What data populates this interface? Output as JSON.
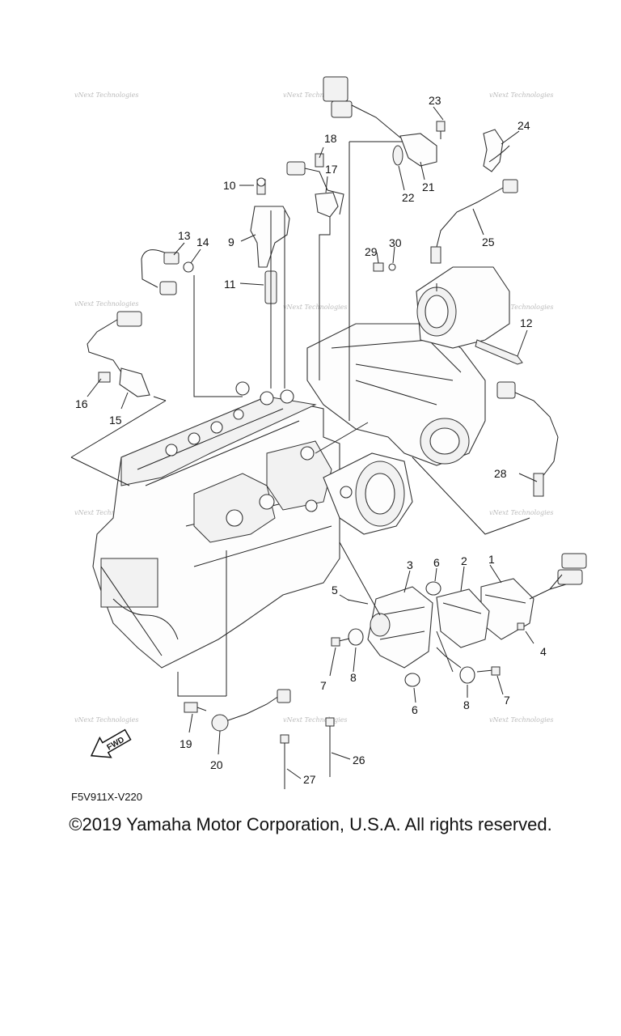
{
  "callouts": [
    "1",
    "2",
    "3",
    "4",
    "5",
    "6",
    "6",
    "7",
    "7",
    "8",
    "8",
    "9",
    "10",
    "11",
    "12",
    "13",
    "14",
    "15",
    "16",
    "17",
    "18",
    "19",
    "20",
    "21",
    "22",
    "23",
    "24",
    "25",
    "26",
    "27",
    "28",
    "29",
    "30"
  ],
  "watermark": "vNext Technologies",
  "fwd_label": "FWD",
  "diagram_code": "F5V911X-V220",
  "copyright": "©2019 Yamaha Motor Corporation, U.S.A. All rights reserved."
}
